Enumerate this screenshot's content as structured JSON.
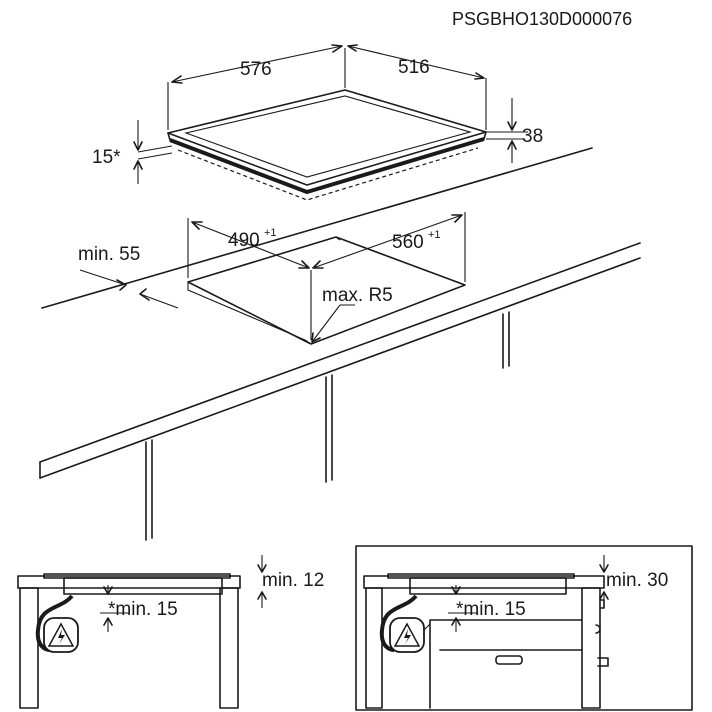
{
  "document_code": "PSGBHO130D000076",
  "hob_dimensions": {
    "width": "576",
    "depth": "516",
    "height": "38",
    "frame": "15*"
  },
  "cutout": {
    "width_main": "490",
    "width_tol": "+1",
    "depth_main": "560",
    "depth_tol": "+1",
    "edge_distance": "min. 55",
    "corner_radius": "max. R5"
  },
  "section_left": {
    "clearance": "min. 12",
    "below": "*min. 15"
  },
  "section_right": {
    "clearance": "min. 30",
    "below": "*min. 15"
  },
  "colors": {
    "line": "#1a1a1a",
    "background": "#ffffff"
  },
  "icons": [
    "electrical-hazard-icon",
    "electrical-hazard-icon"
  ]
}
